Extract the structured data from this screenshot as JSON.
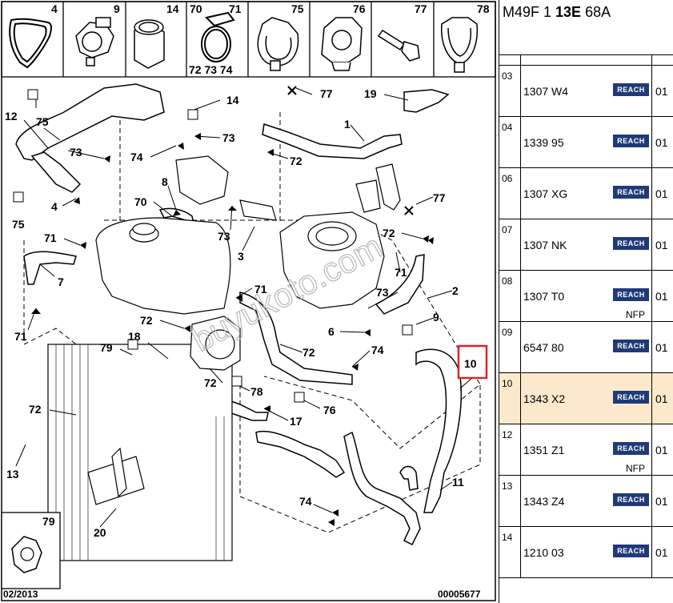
{
  "diagram": {
    "top_icons": [
      {
        "num": "4"
      },
      {
        "num": "9"
      },
      {
        "num": "14"
      },
      {
        "num": "70",
        "num2": "71",
        "sub": "72 73 74"
      },
      {
        "num": "75"
      },
      {
        "num": "76"
      },
      {
        "num": "77"
      },
      {
        "num": "78"
      }
    ],
    "callouts": {
      "c12": "12",
      "c75a": "75",
      "c73a": "73",
      "c4": "4",
      "c75b": "75",
      "c14": "14",
      "c73b": "73",
      "c74a": "74",
      "c77a": "77",
      "c19": "19",
      "c1": "1",
      "c72a": "72",
      "c77b": "77",
      "c8": "8",
      "c70": "70",
      "c73c": "73",
      "c3": "3",
      "c71a": "71",
      "c7": "7",
      "c72b": "72",
      "c71b": "71",
      "c2": "2",
      "c73d": "73",
      "c71c": "71",
      "c71d": "71",
      "c72c": "72",
      "c18": "18",
      "c9": "9",
      "c6": "6",
      "c72d": "72",
      "c74b": "74",
      "c79": "79",
      "c72e": "72",
      "c78": "78",
      "c10": "10",
      "c72f": "72",
      "c17": "17",
      "c76": "76",
      "c13": "13",
      "c11": "11",
      "c74c": "74",
      "c20": "20",
      "c79b": "79"
    },
    "footer_date": "02/2013",
    "footer_code": "00005677",
    "watermark": "buyukoto.com",
    "highlight_color": "#d9262b"
  },
  "panel": {
    "header_pre": "M49F 1 ",
    "header_bold": "13E",
    "header_post": " 68A",
    "rows": [
      {
        "pos": "03",
        "ref": "1307 W4",
        "badge": "REACH",
        "qty": "01",
        "note": ""
      },
      {
        "pos": "04",
        "ref": "1339 95",
        "badge": "REACH",
        "qty": "01",
        "note": ""
      },
      {
        "pos": "06",
        "ref": "1307 XG",
        "badge": "REACH",
        "qty": "01",
        "note": ""
      },
      {
        "pos": "07",
        "ref": "1307 NK",
        "badge": "REACH",
        "qty": "01",
        "note": ""
      },
      {
        "pos": "08",
        "ref": "1307 T0",
        "badge": "REACH",
        "qty": "01",
        "note": "NFP"
      },
      {
        "pos": "09",
        "ref": "6547 80",
        "badge": "REACH",
        "qty": "01",
        "note": ""
      },
      {
        "pos": "10",
        "ref": "1343 X2",
        "badge": "REACH",
        "qty": "01",
        "note": "",
        "selected": true
      },
      {
        "pos": "12",
        "ref": "1351 Z1",
        "badge": "REACH",
        "qty": "01",
        "note": "NFP"
      },
      {
        "pos": "13",
        "ref": "1343 Z4",
        "badge": "REACH",
        "qty": "01",
        "note": ""
      },
      {
        "pos": "14",
        "ref": "1210 03",
        "badge": "REACH",
        "qty": "01",
        "note": ""
      }
    ],
    "colors": {
      "badge_bg": "#1f3a77",
      "selected_bg": "#fce9cc"
    }
  }
}
